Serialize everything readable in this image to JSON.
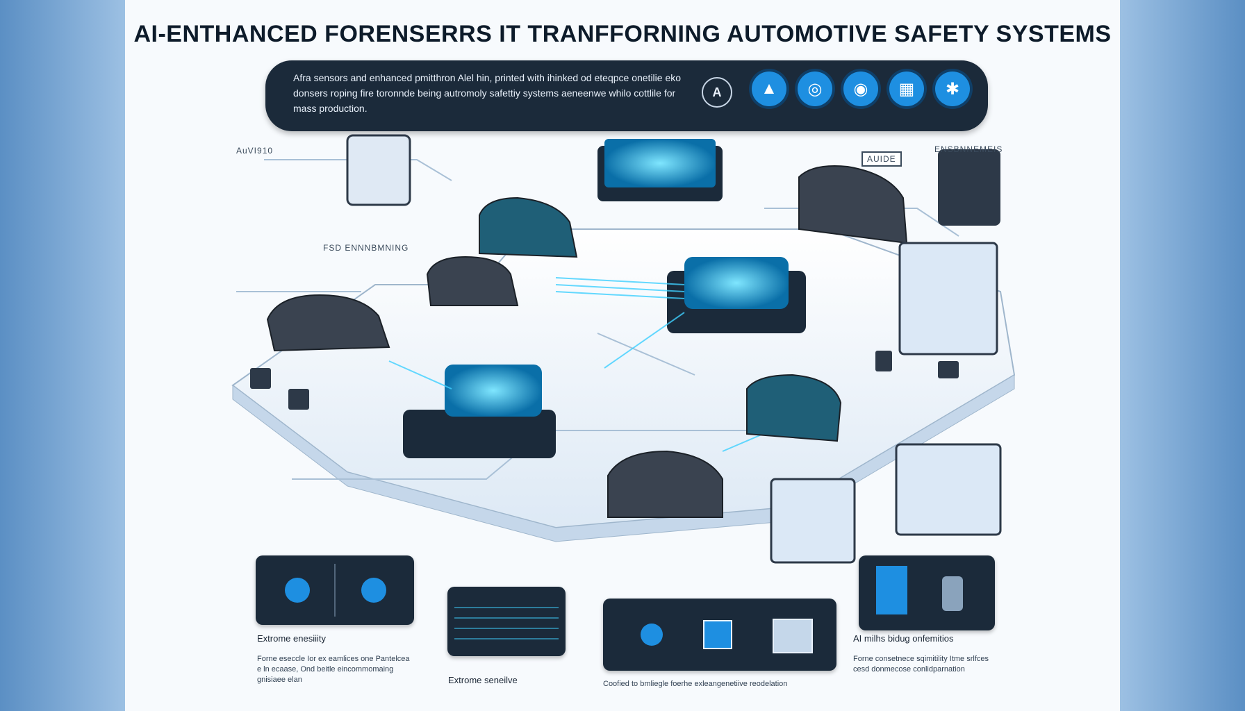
{
  "title": "AI-ENTHANCED FORENSERRS IT TRANFFORNING AUTOMOTIVE SAFETY SYSTEMS",
  "intro_text": "Afra sensors and enhanced pmitthron Alel hin, printed with ihinked od eteqpce onetilie eko donsers roping fire toronnde being autromoly safettiy systems aeneenwe whilo cottlile for mass production.",
  "badge": "A",
  "icons": [
    "triangle-icon",
    "spiral-icon",
    "eye-icon",
    "chip-icon",
    "network-icon"
  ],
  "side_labels": {
    "top_left": "AuVI910",
    "left": "FSD ENNNBMNING",
    "right_top": "ENSBNNEMEIS",
    "tag": "AUIDE"
  },
  "bottom": {
    "card1_caption": "Extrome enesiiity",
    "card1_desc": "Forne eseccle Ior ex eamlices one Pantelcea e ln ecaase, Ond beitle eincommomaing gnisiaee elan",
    "card2_caption": "Extrome seneilve",
    "card3_caption": "Coofied to bmliegle foerhe exleangenetiive reodelation",
    "card4_caption": "AI milhs bidug onfemitios",
    "card4_desc": "Forne consetnece sqimitility Itme srlfces cesd donmecose conlidparnation"
  },
  "colors": {
    "accent": "#1e8fe1",
    "glow": "#3fd0ff",
    "dark": "#1b2a3a"
  }
}
